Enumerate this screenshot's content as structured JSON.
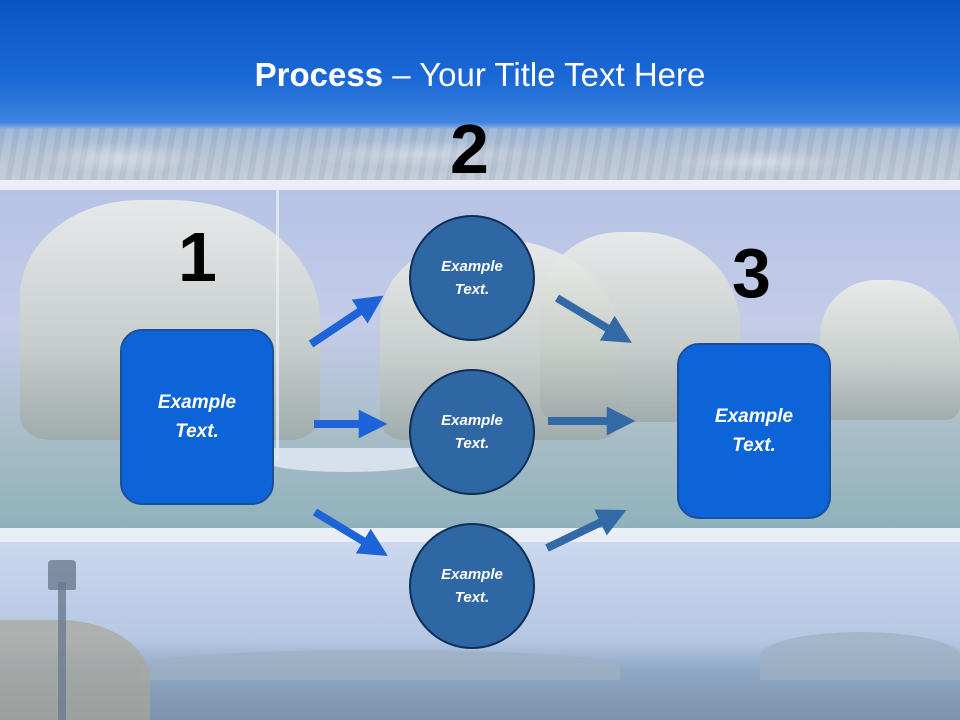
{
  "title": {
    "bold": "Process",
    "rest": " – Your Title Text Here"
  },
  "steps": [
    {
      "number": "1",
      "box_text": "Example Text."
    },
    {
      "number": "2"
    },
    {
      "number": "3",
      "box_text": "Example Text."
    }
  ],
  "circles": [
    {
      "text": "Example Text."
    },
    {
      "text": "Example Text."
    },
    {
      "text": "Example Text."
    }
  ],
  "colors": {
    "box": "#0d64d8",
    "circle": "#2f67a5",
    "arrow_bright": "#1f63d8",
    "arrow_muted": "#336aa6",
    "title_band": "#0a55c4"
  }
}
